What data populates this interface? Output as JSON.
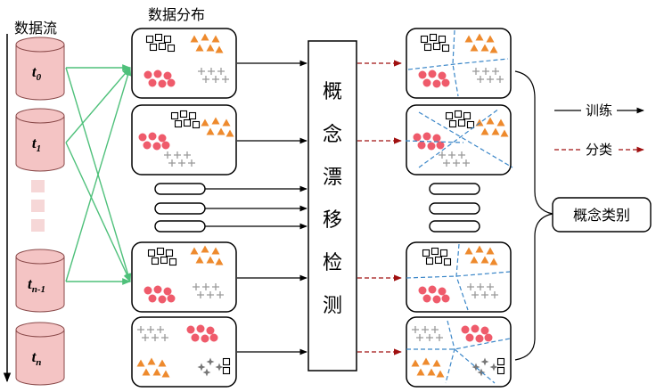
{
  "labels": {
    "data_stream": "数据流",
    "data_distribution": "数据分布",
    "drift_detection_chars": [
      "概",
      "念",
      "漂",
      "移",
      "检",
      "测"
    ],
    "concept_category": "概念类别"
  },
  "legend": {
    "train": "训练",
    "classify": "分类"
  },
  "stream": [
    {
      "main": "t",
      "sub": "0"
    },
    {
      "main": "t",
      "sub": "1"
    },
    {
      "main": "t",
      "sub": "n-1"
    },
    {
      "main": "t",
      "sub": "n"
    }
  ],
  "colors": {
    "train_line": "#000000",
    "classify_line": "#a01010",
    "mapping_line": "#4ec07a",
    "circle": "#ef5b6b",
    "triangle": "#ee8a2d",
    "plus": "#9a9a9a",
    "cylinder": "#f4c4c4",
    "placeholder": "#f6d7d7",
    "boundary": "#3a86c8"
  }
}
